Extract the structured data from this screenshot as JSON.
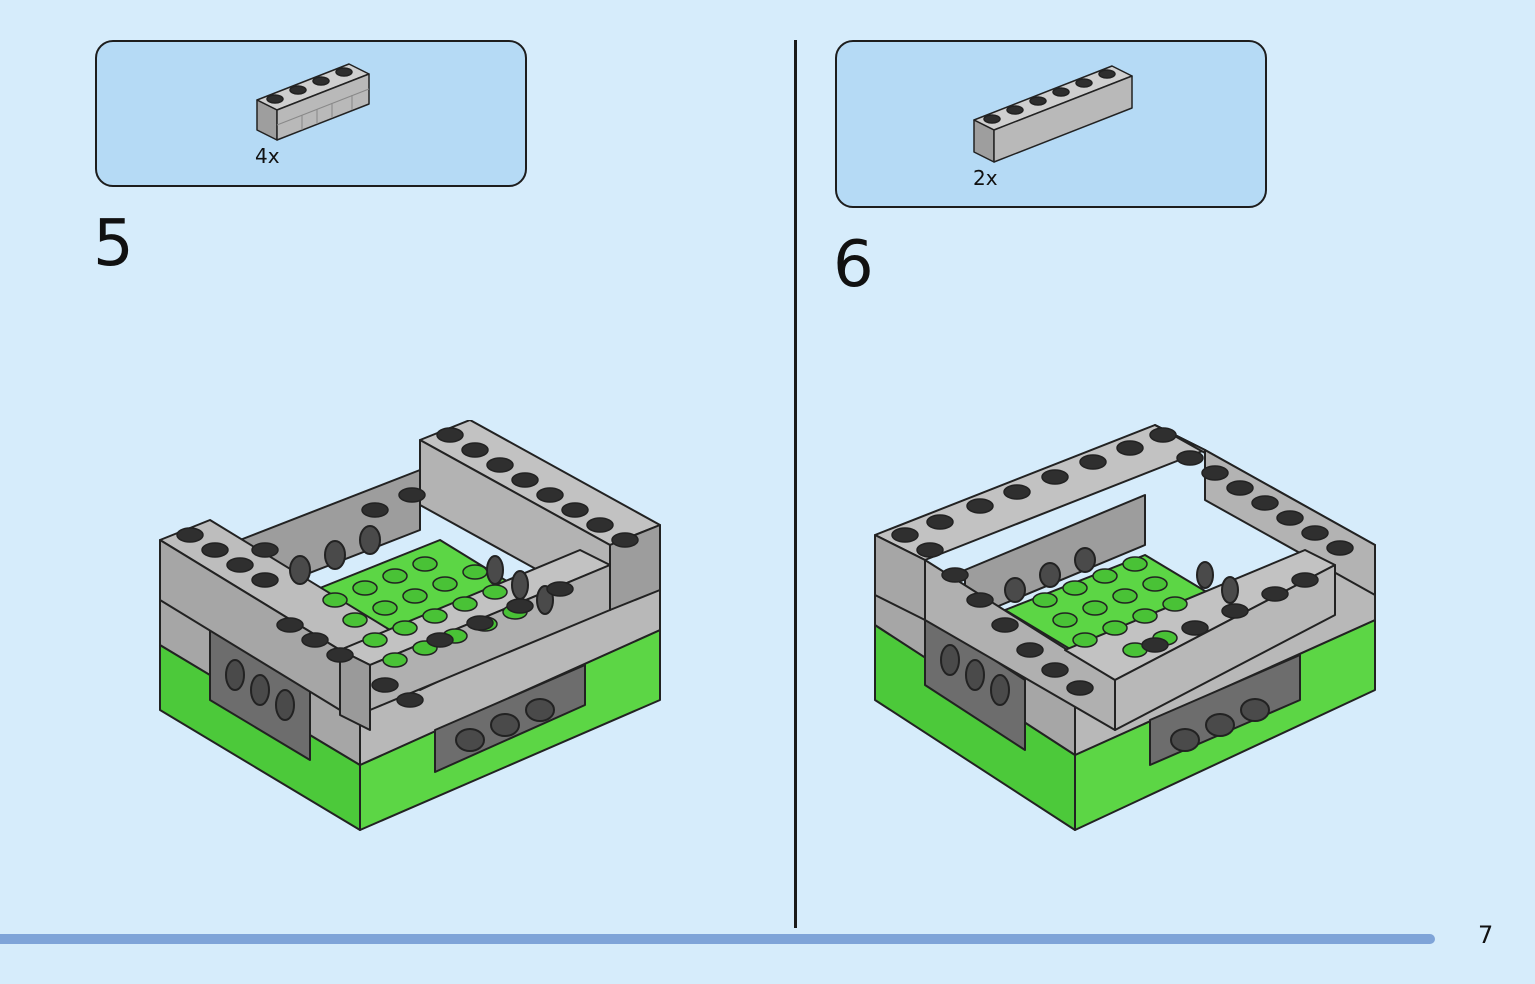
{
  "steps": [
    {
      "number": "5",
      "part_quantity": "4x",
      "part_name": "brick-1x4-masonry-profile-icon",
      "part_color": "#b8b8b8"
    },
    {
      "number": "6",
      "part_quantity": "2x",
      "part_name": "brick-1x6-icon",
      "part_color": "#b8b8b8"
    }
  ],
  "page_number": "7",
  "colors": {
    "background": "#d6ecfb",
    "callout": "#b5daf5",
    "gray_brick": "#a9a9a9",
    "dark_gray": "#6d6d6d",
    "green": "#5cd645",
    "bar": "#7fa4d8"
  }
}
